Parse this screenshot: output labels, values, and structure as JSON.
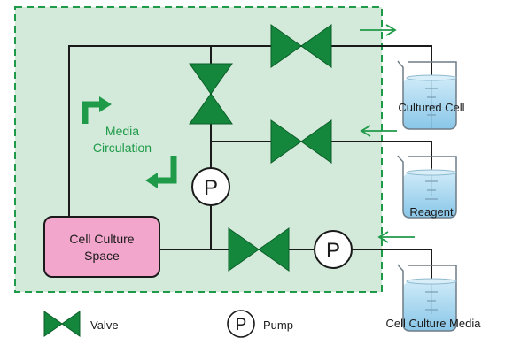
{
  "labels": {
    "cell_culture_space_line1": "Cell Culture",
    "cell_culture_space_line2": "Space",
    "media_circulation_line1": "Media",
    "media_circulation_line2": "Circulation",
    "cultured_cell": "Cultured Cell",
    "reagent": "Reagent",
    "cell_culture_media": "Cell Culture Media",
    "pump_symbol": "P",
    "legend_valve": "Valve",
    "legend_pump": "Pump"
  },
  "colors": {
    "enclosure_fill": "#d3eadb",
    "enclosure_border": "#1f9a48",
    "valve": "#14873d",
    "arrow": "#1f9a48",
    "chamber_fill": "#f2a6cc",
    "line": "#1a1a1a",
    "liquid": "#a9d7ef"
  }
}
